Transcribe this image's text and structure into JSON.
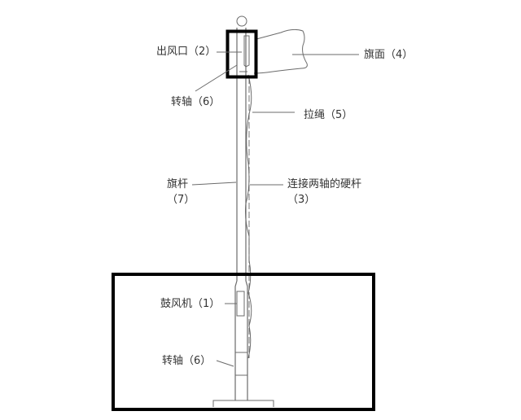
{
  "diagram": {
    "type": "flagpole-schematic",
    "colors": {
      "line": "#6b6b6b",
      "box": "#000000",
      "text": "#333333",
      "background": "#ffffff"
    },
    "labels": {
      "outlet": "出风口（2）",
      "flag_surface": "旗面（4）",
      "shaft_top": "转轴（6）",
      "rope": "拉绳（5）",
      "pole": "旗杆",
      "pole_num": "（7）",
      "rod": "连接两轴的硬杆",
      "rod_num": "（3）",
      "blower": "鼓风机（1）",
      "shaft_bottom": "转轴（6）"
    }
  }
}
